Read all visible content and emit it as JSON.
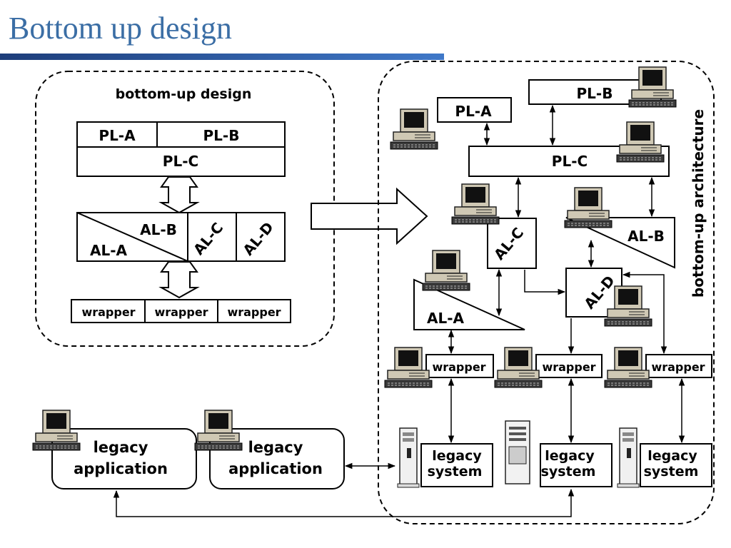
{
  "slide": {
    "title": "Bottom up design"
  },
  "left_panel": {
    "heading": "bottom-up design",
    "pl_a": "PL-A",
    "pl_b": "PL-B",
    "pl_c": "PL-C",
    "al_a": "AL-A",
    "al_b": "AL-B",
    "al_c": "AL-C",
    "al_d": "AL-D",
    "wrappers": [
      "wrapper",
      "wrapper",
      "wrapper"
    ]
  },
  "right_panel": {
    "vertical_label": "bottom-up architecture",
    "pl_a": "PL-A",
    "pl_b": "PL-B",
    "pl_c": "PL-C",
    "al_a": "AL-A",
    "al_b": "AL-B",
    "al_c": "AL-C",
    "al_d": "AL-D",
    "wrappers": [
      "wrapper",
      "wrapper",
      "wrapper"
    ],
    "legacy_systems": [
      {
        "line1": "legacy",
        "line2": "system"
      },
      {
        "line1": "legacy",
        "line2": "system"
      },
      {
        "line1": "legacy",
        "line2": "system"
      }
    ]
  },
  "bottom": {
    "legacy_apps": [
      {
        "line1": "legacy",
        "line2": "application"
      },
      {
        "line1": "legacy",
        "line2": "application"
      }
    ]
  },
  "icons": [
    "desktop-computer-icon",
    "server-tower-icon"
  ]
}
